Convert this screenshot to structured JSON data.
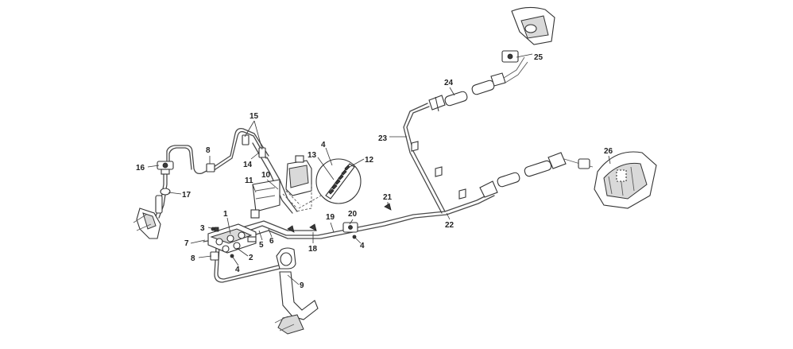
{
  "callouts": [
    "1",
    "2",
    "3",
    "4",
    "4",
    "4",
    "5",
    "6",
    "7",
    "8",
    "8",
    "9",
    "10",
    "11",
    "12",
    "13",
    "14",
    "15",
    "16",
    "17",
    "18",
    "19",
    "20",
    "21",
    "22",
    "23",
    "24",
    "25",
    "26"
  ]
}
